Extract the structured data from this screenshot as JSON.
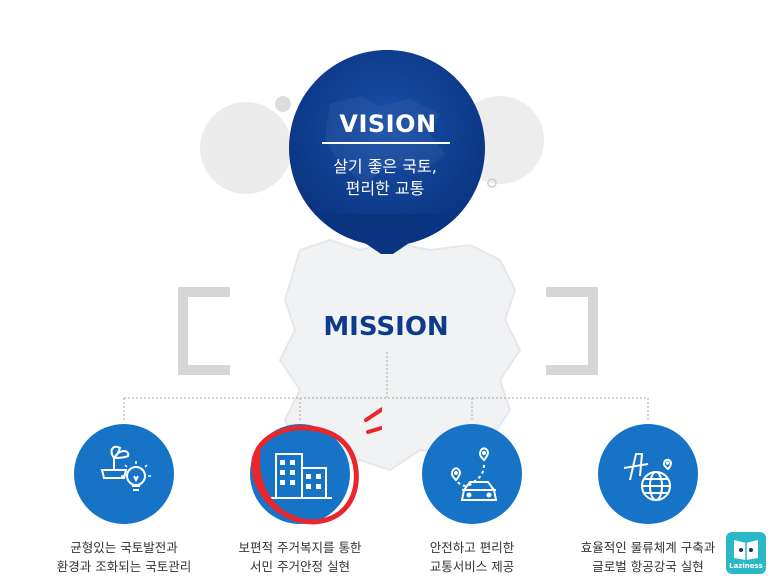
{
  "vision": {
    "title": "VISION",
    "subtitle": "살기 좋은 국토,\n편리한 교통"
  },
  "mission": {
    "title": "MISSION"
  },
  "items": [
    {
      "label": "균형있는 국토발전과\n환경과 조화되는 국토관리",
      "icon": "plant-bulb-icon"
    },
    {
      "label": "보편적 주거복지를 통한\n서민 주거안정 실현",
      "icon": "apartment-buildings-icon"
    },
    {
      "label": "안전하고 편리한\n교통서비스 제공",
      "icon": "car-route-icon"
    },
    {
      "label": "효율적인 물류체계 구축과\n글로벌 항공강국 실현",
      "icon": "airplane-globe-icon"
    }
  ],
  "badge": {
    "label": "Laziness"
  },
  "colors": {
    "vision_navy": "#0b3a86",
    "mission_text": "#0d3a8a",
    "item_blue": "#1673c6",
    "highlight_red": "#e8262c",
    "badge_teal": "#2bb8c6"
  }
}
